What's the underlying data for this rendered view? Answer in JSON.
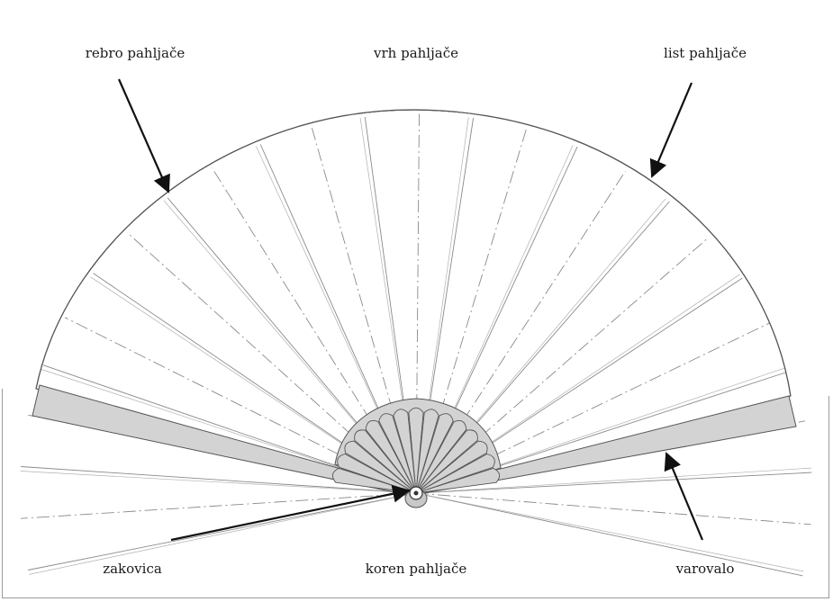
{
  "labels": {
    "rib": "rebro pahljače",
    "top": "vrh pahljače",
    "leaf": "list pahljače",
    "rivet": "zakovica",
    "root": "koren pahljače",
    "guard": "varovalo"
  },
  "colors": {
    "outline": "#555555",
    "guard_fill": "#d3d3d3",
    "rib_line": "#8a8a8a",
    "arrow": "#111111"
  }
}
